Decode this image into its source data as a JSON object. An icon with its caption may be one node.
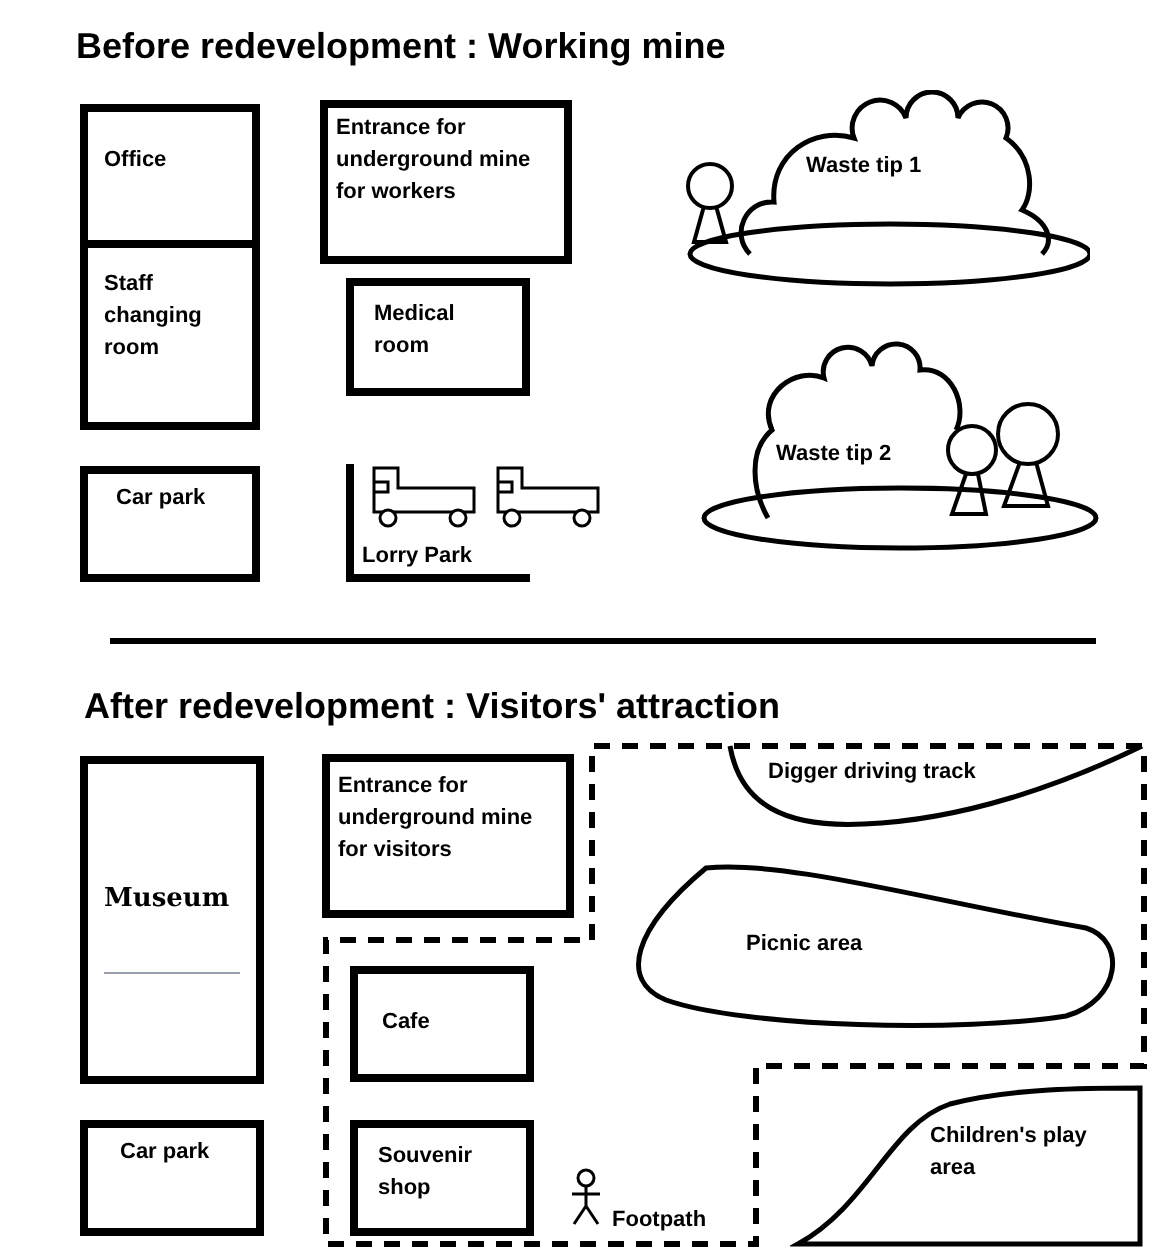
{
  "diagram": {
    "nodes": [
      {
        "text": [
          "Office"
        ]
      },
      {
        "text": [
          "Staff changing room"
        ]
      },
      {
        "text": [
          "Car park"
        ]
      },
      {
        "text": [
          "Entrance for underground mine for workers"
        ]
      },
      {
        "text": [
          "Medical room"
        ]
      },
      {
        "text": [
          "Lorry Park"
        ]
      },
      {
        "text": [
          "Waste tip 1"
        ]
      },
      {
        "text": [
          "Waste tip 2"
        ]
      },
      {
        "text": [
          "Museum"
        ]
      },
      {
        "text": [
          "Car park"
        ]
      },
      {
        "text": [
          "Entrance for underground mine for visitors"
        ]
      },
      {
        "text": [
          "Cafe"
        ]
      },
      {
        "text": [
          "Souvenir shop"
        ]
      },
      {
        "text": [
          "Digger driving track"
        ]
      },
      {
        "text": [
          "Picnic area"
        ]
      },
      {
        "text": [
          "Children's play area"
        ]
      }
    ],
    "labels": [
      "Before redevelopment : Working mine",
      "After redevelopment : Visitors' attraction",
      "Footpath"
    ]
  }
}
